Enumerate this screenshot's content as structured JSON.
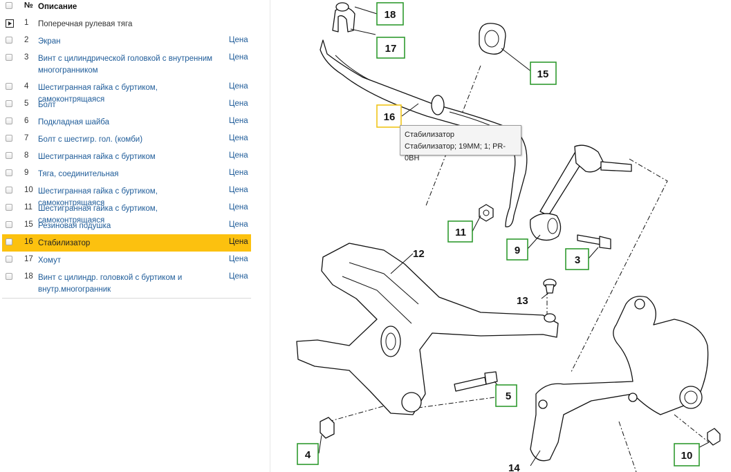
{
  "table": {
    "header": {
      "num": "№",
      "desc": "Описание"
    },
    "rows": [
      {
        "num": "1",
        "desc": "Поперечная рулевая тяга",
        "price": "",
        "active": true
      },
      {
        "num": "2",
        "desc": "Экран",
        "price": "Цена"
      },
      {
        "num": "3",
        "desc": "Винт с цилиндрической головкой с внутренним многогранником",
        "price": "Цена"
      },
      {
        "num": "4",
        "desc": "Шестигранная гайка с буртиком, самоконтрящаяся",
        "price": "Цена"
      },
      {
        "num": "5",
        "desc": "Болт",
        "price": "Цена"
      },
      {
        "num": "6",
        "desc": "Подкладная шайба",
        "price": "Цена"
      },
      {
        "num": "7",
        "desc": "Болт с шестигр. гол. (комби)",
        "price": "Цена"
      },
      {
        "num": "8",
        "desc": "Шестигранная гайка с буртиком",
        "price": "Цена"
      },
      {
        "num": "9",
        "desc": "Тяга, соединительная",
        "price": "Цена"
      },
      {
        "num": "10",
        "desc": "Шестигранная гайка с буртиком, самоконтрящаяся",
        "price": "Цена"
      },
      {
        "num": "11",
        "desc": "Шестигранная гайка с буртиком, самоконтрящаяся",
        "price": "Цена"
      },
      {
        "num": "15",
        "desc": "Резиновая подушка",
        "price": "Цена"
      },
      {
        "num": "16",
        "desc": "Стабилизатор",
        "price": "Цена",
        "selected": true
      },
      {
        "num": "17",
        "desc": "Хомут",
        "price": "Цена"
      },
      {
        "num": "18",
        "desc": "Винт с цилиндр. головкой с буртиком и внутр.многогранник",
        "price": "Цена"
      }
    ]
  },
  "tooltip": {
    "line1": "Стабилизатор",
    "line2": "Стабилизатор; 19MM; 1; PR-0BH"
  },
  "diagram": {
    "callouts": [
      {
        "label": "18",
        "highlight": false
      },
      {
        "label": "17",
        "highlight": false
      },
      {
        "label": "15",
        "highlight": false
      },
      {
        "label": "16",
        "highlight": true
      },
      {
        "label": "11",
        "highlight": false
      },
      {
        "label": "9",
        "highlight": false
      },
      {
        "label": "3",
        "highlight": false
      },
      {
        "label": "5",
        "highlight": false
      },
      {
        "label": "4",
        "highlight": false
      },
      {
        "label": "10",
        "highlight": false
      }
    ],
    "plain_labels": [
      "12",
      "13",
      "14"
    ]
  },
  "colors": {
    "selected_row": "#fcc10f",
    "link": "#1f5c99",
    "callout_border": "#2f9a2f",
    "callout_highlight": "#f0c419"
  }
}
